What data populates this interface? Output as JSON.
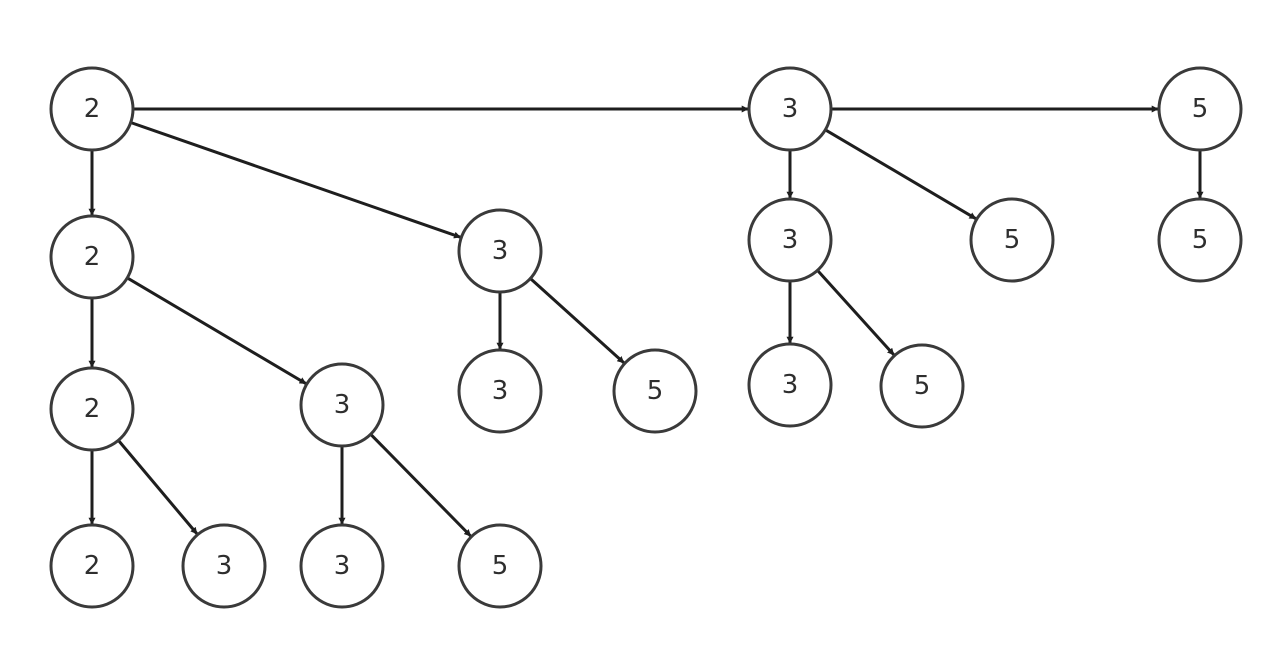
{
  "diagram": {
    "type": "tree",
    "colors": {
      "stroke": "#3a3a3a",
      "edge": "#1e1e1e",
      "text": "#2e2e2e",
      "background": "#ffffff"
    },
    "nodes": [
      {
        "id": "n1",
        "label": "2"
      },
      {
        "id": "n2",
        "label": "3"
      },
      {
        "id": "n3",
        "label": "5"
      },
      {
        "id": "n4",
        "label": "2"
      },
      {
        "id": "n5",
        "label": "3"
      },
      {
        "id": "n6",
        "label": "3"
      },
      {
        "id": "n7",
        "label": "5"
      },
      {
        "id": "n8",
        "label": "5"
      },
      {
        "id": "n9",
        "label": "2"
      },
      {
        "id": "n10",
        "label": "3"
      },
      {
        "id": "n11",
        "label": "3"
      },
      {
        "id": "n12",
        "label": "5"
      },
      {
        "id": "n13",
        "label": "3"
      },
      {
        "id": "n14",
        "label": "5"
      },
      {
        "id": "n15",
        "label": "2"
      },
      {
        "id": "n16",
        "label": "3"
      },
      {
        "id": "n17",
        "label": "3"
      },
      {
        "id": "n18",
        "label": "5"
      }
    ],
    "edges": [
      {
        "from": "n1",
        "to": "n2"
      },
      {
        "from": "n2",
        "to": "n3"
      },
      {
        "from": "n1",
        "to": "n4"
      },
      {
        "from": "n1",
        "to": "n5"
      },
      {
        "from": "n2",
        "to": "n6"
      },
      {
        "from": "n2",
        "to": "n7"
      },
      {
        "from": "n3",
        "to": "n8"
      },
      {
        "from": "n4",
        "to": "n9"
      },
      {
        "from": "n4",
        "to": "n10"
      },
      {
        "from": "n5",
        "to": "n11"
      },
      {
        "from": "n5",
        "to": "n12"
      },
      {
        "from": "n6",
        "to": "n13"
      },
      {
        "from": "n6",
        "to": "n14"
      },
      {
        "from": "n9",
        "to": "n15"
      },
      {
        "from": "n9",
        "to": "n16"
      },
      {
        "from": "n10",
        "to": "n17"
      },
      {
        "from": "n10",
        "to": "n18"
      }
    ]
  }
}
